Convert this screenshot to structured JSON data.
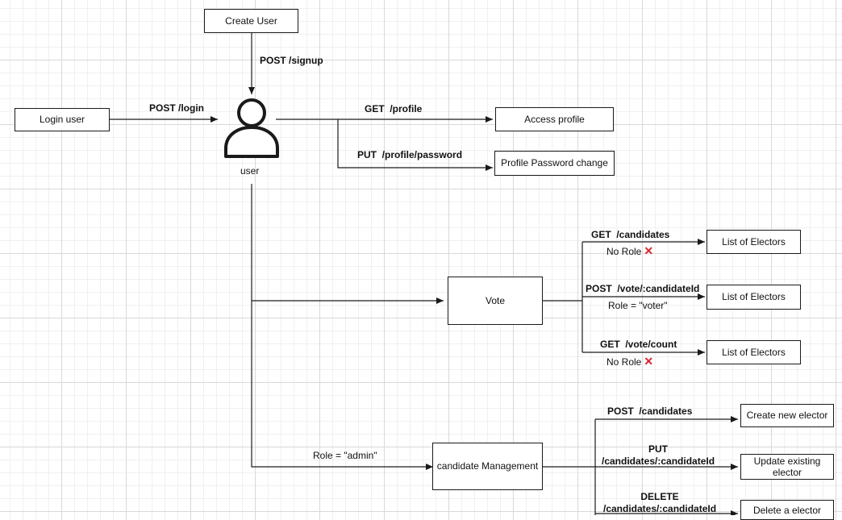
{
  "boxes": {
    "create_user": "Create User",
    "login_user": "Login user",
    "access_profile": "Access profile",
    "profile_password_change": "Profile Password change",
    "vote": "Vote",
    "electors_1": "List of Electors",
    "electors_2": "List of Electors",
    "electors_3": "List of Electors",
    "candidate_management": "candidate Management",
    "create_new_elector": "Create new elector",
    "update_existing_elector": "Update existing elector",
    "delete_elector": "Delete a elector"
  },
  "user": {
    "label": "user",
    "icon": "user-icon"
  },
  "edges": {
    "signup": "POST /signup",
    "login": "POST /login",
    "get_profile": "GET  /profile",
    "put_password": "PUT  /profile/password",
    "get_candidates": "GET  /candidates",
    "get_candidates_role": "No Role",
    "post_vote": "POST  /vote/:candidateId",
    "post_vote_role": "Role = \"voter\"",
    "get_vote_count": "GET  /vote/count",
    "get_vote_count_role": "No Role",
    "admin_role": "Role = \"admin\"",
    "post_candidates": "POST  /candidates",
    "put_candidates_method": "PUT",
    "put_candidates_path": "/candidates/:candidateId",
    "delete_candidates_method": "DELETE",
    "delete_candidates_path": "/candidates/:candidateId"
  },
  "icons": {
    "no_role": "cross-mark-icon"
  },
  "colors": {
    "stroke": "#1a1a1a",
    "cross": "#d9262c",
    "grid": "#d9d9d9"
  }
}
